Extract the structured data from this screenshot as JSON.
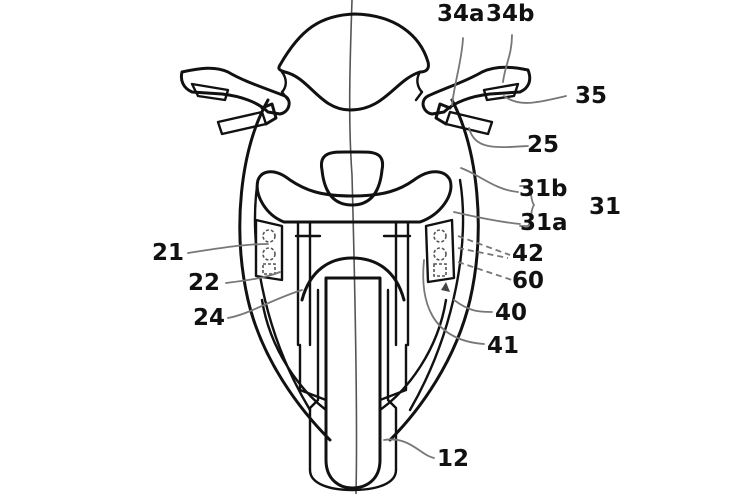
{
  "figure": {
    "subject": "Motorcycle front view (patent drawing)",
    "labels": {
      "l34a": "34a",
      "l34b": "34b",
      "l35": "35",
      "l25": "25",
      "l31b": "31b",
      "l31a": "31a",
      "l31": "31",
      "l42": "42",
      "l60": "60",
      "l40": "40",
      "l41": "41",
      "l21": "21",
      "l22": "22",
      "l24": "24",
      "l12": "12"
    }
  }
}
